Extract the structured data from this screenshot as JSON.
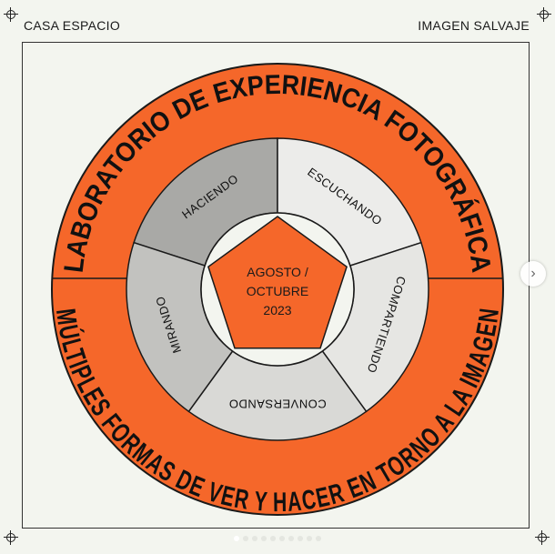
{
  "header": {
    "left": "CASA ESPACIO",
    "right": "IMAGEN SALVAJE"
  },
  "poster": {
    "top_arc": "LABORATORIO DE EXPERIENCIA FOTOGRÁFICA",
    "bottom_arc": "MÚLTIPLES FORMAS DE VER Y HACER EN TORNO A LA IMAGEN",
    "segments": [
      "HACIENDO",
      "ESCUCHANDO",
      "COMPARTIENDO",
      "CONVERSANDO",
      "MIRANDO"
    ],
    "center": {
      "line1": "AGOSTO /",
      "line2": "OCTUBRE",
      "line3": "2023"
    }
  },
  "colors": {
    "orange": "#f5672a",
    "background": "#f3f5ef",
    "ink": "#1a1a1a"
  },
  "carousel": {
    "count": 10,
    "active": 1,
    "next_icon": "chevron-right-icon",
    "next_symbol": "›"
  }
}
